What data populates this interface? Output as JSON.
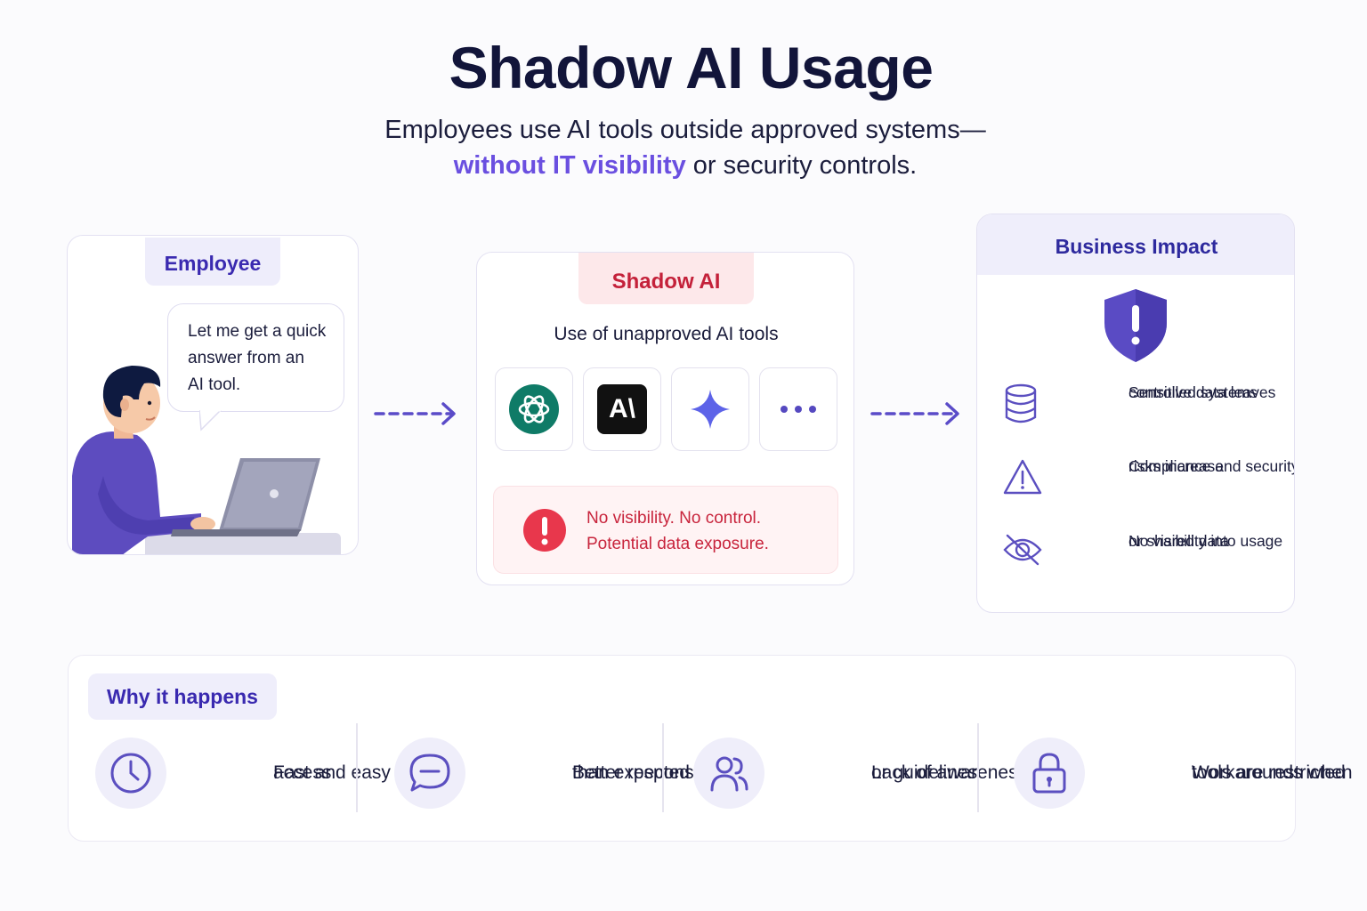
{
  "header": {
    "title": "Shadow AI Usage",
    "subtitle_line1": "Employees use AI tools outside approved systems—",
    "subtitle_highlight": "without IT visibility",
    "subtitle_line2_rest": " or security controls."
  },
  "employee": {
    "label": "Employee",
    "speech_line1": "Let me get a quick",
    "speech_line2": "answer from an",
    "speech_line3": "AI tool."
  },
  "shadow_ai": {
    "label": "Shadow AI",
    "subtitle": "Use of unapproved AI tools",
    "tools": [
      {
        "icon": "openai-icon"
      },
      {
        "icon": "anthropic-icon",
        "text": "A\\"
      },
      {
        "icon": "sparkle-icon"
      },
      {
        "icon": "more-icon"
      }
    ],
    "warning_line1": "No visibility. No control.",
    "warning_line2": "Potential data exposure.",
    "warning_icon": "exclamation-circle-icon"
  },
  "impact": {
    "title": "Business Impact",
    "items": [
      {
        "icon": "database-icon",
        "line1": "Sensitive data leaves",
        "line2": "controlled systems"
      },
      {
        "icon": "warning-triangle-icon",
        "line1": "Compliance and security",
        "line2": "risks increase"
      },
      {
        "icon": "eye-off-icon",
        "line1": "No visibility into usage",
        "line2": "or shared data"
      }
    ]
  },
  "why": {
    "label": "Why it happens",
    "reasons": [
      {
        "icon": "clock-icon",
        "line1": "Fast and easy",
        "line2": "access"
      },
      {
        "icon": "chat-icon",
        "line1": "Better responses",
        "line2": "than expected"
      },
      {
        "icon": "users-icon",
        "line1": "Lack of awareness",
        "line2": "or guidelines"
      },
      {
        "icon": "lock-icon",
        "line1": "Workarounds when",
        "line2": "tools are restricted"
      }
    ]
  },
  "colors": {
    "accent": "#6a4fe0",
    "danger": "#c8243c",
    "shield": "#5a4bc4",
    "icon_stroke": "#5b4fc0"
  }
}
